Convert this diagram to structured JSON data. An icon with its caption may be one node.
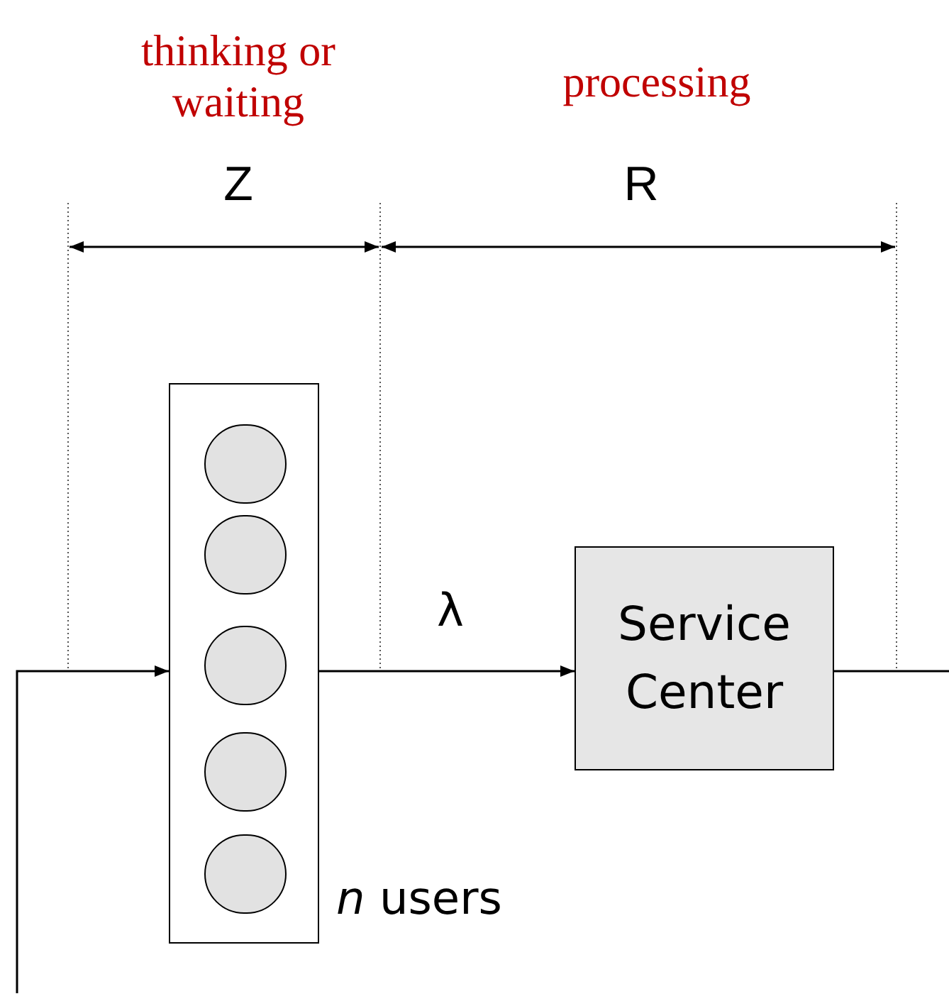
{
  "diagram": {
    "nodes": [
      {
        "text": [],
        "shape": "box",
        "beside": [
          "*n* users"
        ]
      },
      {
        "text": [],
        "shape": "circle",
        "in": 0
      },
      {
        "text": [],
        "shape": "circle",
        "in": 0
      },
      {
        "text": [],
        "shape": "circle",
        "in": 0
      },
      {
        "text": [],
        "shape": "circle",
        "in": 0
      },
      {
        "text": [],
        "shape": "circle",
        "in": 0
      },
      {
        "text": [
          "Service Center"
        ]
      }
    ],
    "edges": [
      {
        "from": null,
        "to": 0,
        "arrow": "to"
      },
      {
        "from": 0,
        "to": 6,
        "arrow": "to",
        "label": "λ"
      },
      {
        "from": 6,
        "to": null,
        "arrow": "none"
      }
    ],
    "labels": [
      "thinking or waiting",
      "processing",
      "Z",
      "R"
    ]
  }
}
